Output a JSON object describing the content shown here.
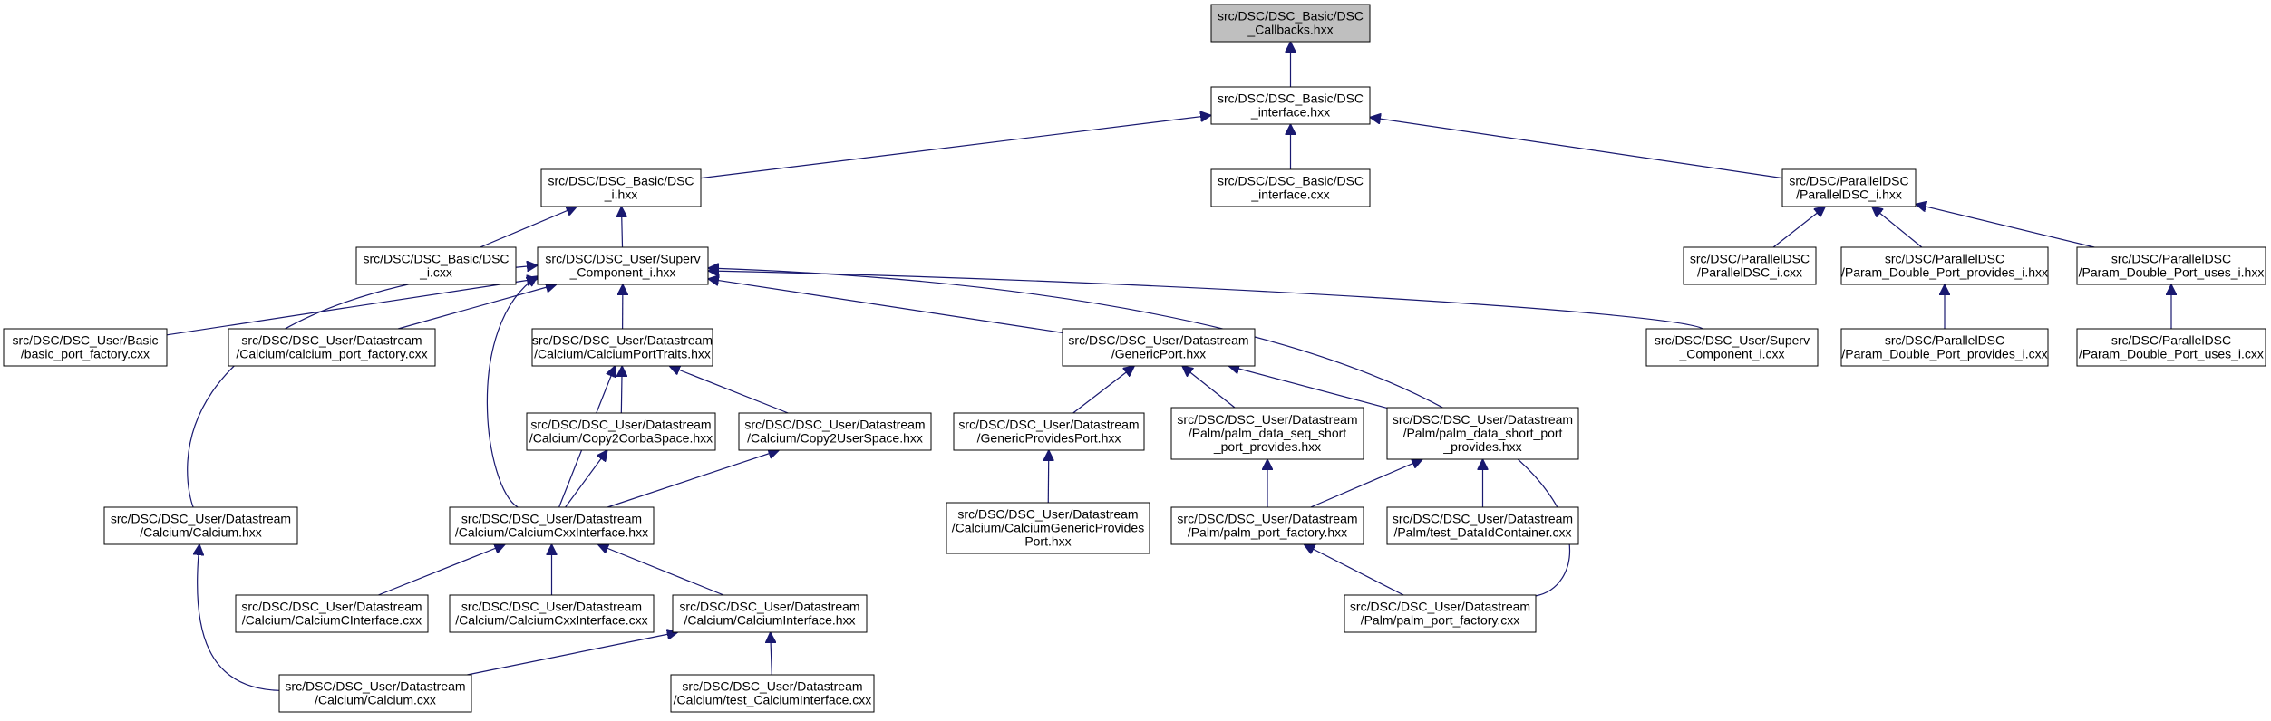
{
  "colors": {
    "edge": "#191970",
    "node_border": "#000000",
    "node_fill": "#ffffff",
    "root_fill": "#bfbfbf"
  },
  "nodes": [
    {
      "id": "callbacks_hxx",
      "lines": [
        "src/DSC/DSC_Basic/DSC",
        "_Callbacks.hxx"
      ],
      "root": true
    },
    {
      "id": "interface_hxx",
      "lines": [
        "src/DSC/DSC_Basic/DSC",
        "_interface.hxx"
      ]
    },
    {
      "id": "dsc_i_hxx",
      "lines": [
        "src/DSC/DSC_Basic/DSC",
        "_i.hxx"
      ]
    },
    {
      "id": "interface_cxx",
      "lines": [
        "src/DSC/DSC_Basic/DSC",
        "_interface.cxx"
      ]
    },
    {
      "id": "paralleldsc_i_hxx",
      "lines": [
        "src/DSC/ParallelDSC",
        "/ParallelDSC_i.hxx"
      ]
    },
    {
      "id": "dsc_i_cxx",
      "lines": [
        "src/DSC/DSC_Basic/DSC",
        "_i.cxx"
      ]
    },
    {
      "id": "superv_hxx",
      "lines": [
        "src/DSC/DSC_User/Superv",
        "_Component_i.hxx"
      ]
    },
    {
      "id": "paralleldsc_i_cxx",
      "lines": [
        "src/DSC/ParallelDSC",
        "/ParallelDSC_i.cxx"
      ]
    },
    {
      "id": "provides_hxx",
      "lines": [
        "src/DSC/ParallelDSC",
        "/Param_Double_Port_provides_i.hxx"
      ]
    },
    {
      "id": "uses_hxx",
      "lines": [
        "src/DSC/ParallelDSC",
        "/Param_Double_Port_uses_i.hxx"
      ]
    },
    {
      "id": "basic_port_factory",
      "lines": [
        "src/DSC/DSC_User/Basic",
        "/basic_port_factory.cxx"
      ]
    },
    {
      "id": "calcium_port_factory",
      "lines": [
        "src/DSC/DSC_User/Datastream",
        "/Calcium/calcium_port_factory.cxx"
      ]
    },
    {
      "id": "calcium_port_traits",
      "lines": [
        "src/DSC/DSC_User/Datastream",
        "/Calcium/CalciumPortTraits.hxx"
      ]
    },
    {
      "id": "generic_port",
      "lines": [
        "src/DSC/DSC_User/Datastream",
        "/GenericPort.hxx"
      ]
    },
    {
      "id": "superv_cxx",
      "lines": [
        "src/DSC/DSC_User/Superv",
        "_Component_i.cxx"
      ]
    },
    {
      "id": "provides_cxx",
      "lines": [
        "src/DSC/ParallelDSC",
        "/Param_Double_Port_provides_i.cxx"
      ]
    },
    {
      "id": "uses_cxx",
      "lines": [
        "src/DSC/ParallelDSC",
        "/Param_Double_Port_uses_i.cxx"
      ]
    },
    {
      "id": "copy2corba",
      "lines": [
        "src/DSC/DSC_User/Datastream",
        "/Calcium/Copy2CorbaSpace.hxx"
      ]
    },
    {
      "id": "copy2user",
      "lines": [
        "src/DSC/DSC_User/Datastream",
        "/Calcium/Copy2UserSpace.hxx"
      ]
    },
    {
      "id": "generic_provides_port",
      "lines": [
        "src/DSC/DSC_User/Datastream",
        "/GenericProvidesPort.hxx"
      ]
    },
    {
      "id": "palm_seq_short",
      "lines": [
        "src/DSC/DSC_User/Datastream",
        "/Palm/palm_data_seq_short",
        "_port_provides.hxx"
      ]
    },
    {
      "id": "palm_short",
      "lines": [
        "src/DSC/DSC_User/Datastream",
        "/Palm/palm_data_short_port",
        "_provides.hxx"
      ]
    },
    {
      "id": "calcium_hxx",
      "lines": [
        "src/DSC/DSC_User/Datastream",
        "/Calcium/Calcium.hxx"
      ]
    },
    {
      "id": "calcium_cxx_interface_hxx",
      "lines": [
        "src/DSC/DSC_User/Datastream",
        "/Calcium/CalciumCxxInterface.hxx"
      ]
    },
    {
      "id": "calcium_generic_provides",
      "lines": [
        "src/DSC/DSC_User/Datastream",
        "/Calcium/CalciumGenericProvides",
        "Port.hxx"
      ]
    },
    {
      "id": "palm_factory_hxx",
      "lines": [
        "src/DSC/DSC_User/Datastream",
        "/Palm/palm_port_factory.hxx"
      ]
    },
    {
      "id": "test_datalid",
      "lines": [
        "src/DSC/DSC_User/Datastream",
        "/Palm/test_DataIdContainer.cxx"
      ]
    },
    {
      "id": "calcium_c_interface",
      "lines": [
        "src/DSC/DSC_User/Datastream",
        "/Calcium/CalciumCInterface.cxx"
      ]
    },
    {
      "id": "calcium_cxx_interface_cxx",
      "lines": [
        "src/DSC/DSC_User/Datastream",
        "/Calcium/CalciumCxxInterface.cxx"
      ]
    },
    {
      "id": "calcium_interface_hxx",
      "lines": [
        "src/DSC/DSC_User/Datastream",
        "/Calcium/CalciumInterface.hxx"
      ]
    },
    {
      "id": "palm_factory_cxx",
      "lines": [
        "src/DSC/DSC_User/Datastream",
        "/Palm/palm_port_factory.cxx"
      ]
    },
    {
      "id": "calcium_cxx",
      "lines": [
        "src/DSC/DSC_User/Datastream",
        "/Calcium/Calcium.cxx"
      ]
    },
    {
      "id": "test_calcium_interface",
      "lines": [
        "src/DSC/DSC_User/Datastream",
        "/Calcium/test_CalciumInterface.cxx"
      ]
    }
  ],
  "edges": [
    {
      "from": "interface_hxx",
      "to": "callbacks_hxx"
    },
    {
      "from": "dsc_i_hxx",
      "to": "interface_hxx"
    },
    {
      "from": "interface_cxx",
      "to": "interface_hxx"
    },
    {
      "from": "paralleldsc_i_hxx",
      "to": "interface_hxx"
    },
    {
      "from": "dsc_i_cxx",
      "to": "dsc_i_hxx"
    },
    {
      "from": "superv_hxx",
      "to": "dsc_i_hxx"
    },
    {
      "from": "paralleldsc_i_cxx",
      "to": "paralleldsc_i_hxx"
    },
    {
      "from": "provides_hxx",
      "to": "paralleldsc_i_hxx"
    },
    {
      "from": "uses_hxx",
      "to": "paralleldsc_i_hxx"
    },
    {
      "from": "provides_cxx",
      "to": "provides_hxx"
    },
    {
      "from": "uses_cxx",
      "to": "uses_hxx"
    },
    {
      "from": "basic_port_factory",
      "to": "superv_hxx"
    },
    {
      "from": "calcium_port_factory",
      "to": "superv_hxx"
    },
    {
      "from": "calcium_port_traits",
      "to": "superv_hxx"
    },
    {
      "from": "generic_port",
      "to": "superv_hxx"
    },
    {
      "from": "superv_cxx",
      "to": "superv_hxx"
    },
    {
      "from": "calcium_hxx",
      "to": "superv_hxx"
    },
    {
      "from": "calcium_cxx_interface_hxx",
      "to": "superv_hxx"
    },
    {
      "from": "palm_factory_cxx",
      "to": "superv_hxx"
    },
    {
      "from": "copy2corba",
      "to": "calcium_port_traits"
    },
    {
      "from": "copy2user",
      "to": "calcium_port_traits"
    },
    {
      "from": "calcium_cxx_interface_hxx",
      "to": "calcium_port_traits"
    },
    {
      "from": "generic_provides_port",
      "to": "generic_port"
    },
    {
      "from": "palm_seq_short",
      "to": "generic_port"
    },
    {
      "from": "palm_short",
      "to": "generic_port"
    },
    {
      "from": "calcium_cxx_interface_hxx",
      "to": "copy2corba"
    },
    {
      "from": "calcium_cxx_interface_hxx",
      "to": "copy2user"
    },
    {
      "from": "calcium_generic_provides",
      "to": "generic_provides_port"
    },
    {
      "from": "palm_factory_hxx",
      "to": "palm_seq_short"
    },
    {
      "from": "palm_factory_hxx",
      "to": "palm_short"
    },
    {
      "from": "test_datalid",
      "to": "palm_short"
    },
    {
      "from": "calcium_cxx",
      "to": "calcium_hxx"
    },
    {
      "from": "calcium_c_interface",
      "to": "calcium_cxx_interface_hxx"
    },
    {
      "from": "calcium_cxx_interface_cxx",
      "to": "calcium_cxx_interface_hxx"
    },
    {
      "from": "calcium_interface_hxx",
      "to": "calcium_cxx_interface_hxx"
    },
    {
      "from": "palm_factory_cxx",
      "to": "palm_factory_hxx"
    },
    {
      "from": "calcium_cxx",
      "to": "calcium_interface_hxx"
    },
    {
      "from": "test_calcium_interface",
      "to": "calcium_interface_hxx"
    }
  ]
}
